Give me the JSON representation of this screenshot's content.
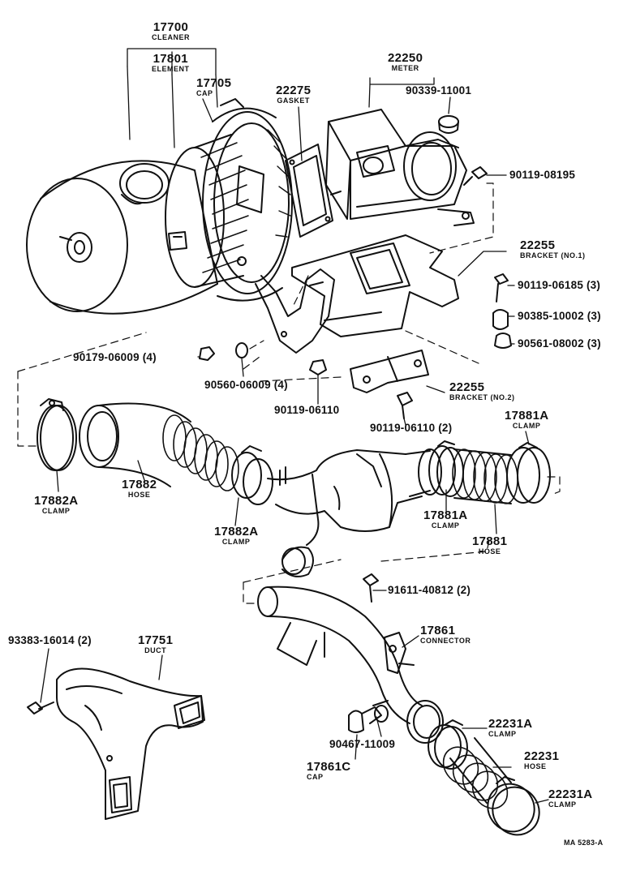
{
  "parts": {
    "cleaner": {
      "number": "17700",
      "name": "CLEANER"
    },
    "element": {
      "number": "17801",
      "name": "ELEMENT"
    },
    "cap_17705": {
      "number": "17705",
      "name": "CAP"
    },
    "gasket": {
      "number": "22275",
      "name": "GASKET"
    },
    "meter": {
      "number": "22250",
      "name": "METER"
    },
    "bracket_no1": {
      "number": "22255",
      "name": "BRACKET (NO.1)"
    },
    "bracket_no2": {
      "number": "22255",
      "name": "BRACKET (NO.2)"
    },
    "clamp_17881a_top": {
      "number": "17881A",
      "name": "CLAMP"
    },
    "clamp_17882a_left": {
      "number": "17882A",
      "name": "CLAMP"
    },
    "hose_17882": {
      "number": "17882",
      "name": "HOSE"
    },
    "clamp_17882a_mid": {
      "number": "17882A",
      "name": "CLAMP"
    },
    "clamp_17881a_mid": {
      "number": "17881A",
      "name": "CLAMP"
    },
    "hose_17881": {
      "number": "17881",
      "name": "HOSE"
    },
    "connector": {
      "number": "17861",
      "name": "CONNECTOR"
    },
    "duct": {
      "number": "17751",
      "name": "DUCT"
    },
    "cap_17861c": {
      "number": "17861C",
      "name": "CAP"
    },
    "clamp_22231a_top": {
      "number": "22231A",
      "name": "CLAMP"
    },
    "hose_22231": {
      "number": "22231",
      "name": "HOSE"
    },
    "clamp_22231a_bottom": {
      "number": "22231A",
      "name": "CLAMP"
    }
  },
  "fasteners": {
    "f_90339_11001": "90339-11001",
    "f_90119_08195": "90119-08195",
    "f_90119_06185": "90119-06185 (3)",
    "f_90385_10002": "90385-10002 (3)",
    "f_90561_08002": "90561-08002 (3)",
    "f_90179_06009": "90179-06009 (4)",
    "f_90560_06009": "90560-06009 (4)",
    "f_90119_06110": "90119-06110",
    "f_90119_06110_2": "90119-06110 (2)",
    "f_91611_40812": "91611-40812 (2)",
    "f_93383_16014": "93383-16014 (2)",
    "f_90467_11009": "90467-11009"
  },
  "figure_ref": "MA 5283-A",
  "colors": {
    "line": "#111111",
    "paper": "#ffffff"
  }
}
